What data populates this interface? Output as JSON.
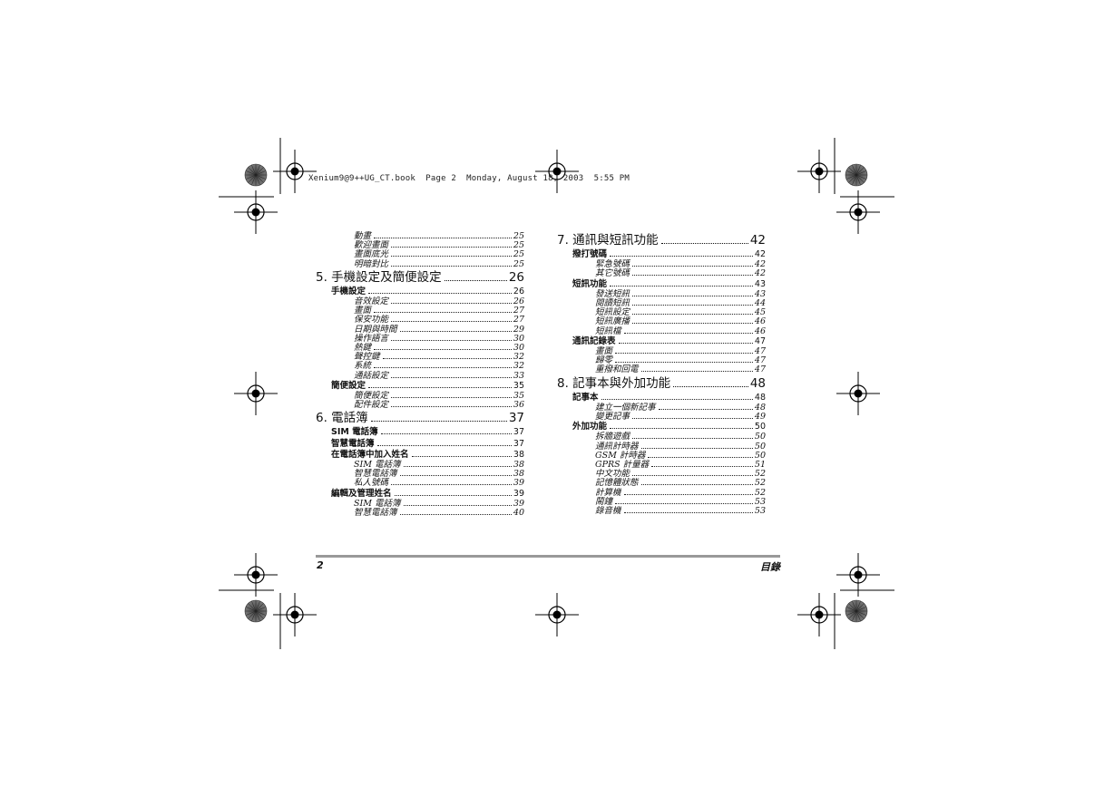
{
  "header": {
    "text": "Xenium9@9++UG_CT.book  Page 2  Monday, August 18, 2003  5:55 PM"
  },
  "toc": {
    "left": [
      {
        "level": 3,
        "title": "動畫",
        "page": "25"
      },
      {
        "level": 3,
        "title": "歡迎畫面",
        "page": "25"
      },
      {
        "level": 3,
        "title": "畫面底光",
        "page": "25"
      },
      {
        "level": 3,
        "title": "明暗對比",
        "page": "25"
      },
      {
        "level": 1,
        "title": "5. 手機設定及簡便設定",
        "page": "26"
      },
      {
        "level": 2,
        "title": "手機設定",
        "page": "26"
      },
      {
        "level": 3,
        "title": "音效設定",
        "page": "26"
      },
      {
        "level": 3,
        "title": "畫面",
        "page": "27"
      },
      {
        "level": 3,
        "title": "保安功能",
        "page": "27"
      },
      {
        "level": 3,
        "title": "日期與時間",
        "page": "29"
      },
      {
        "level": 3,
        "title": "操作語言",
        "page": "30"
      },
      {
        "level": 3,
        "title": "熱鍵",
        "page": "30"
      },
      {
        "level": 3,
        "title": "聲控鍵",
        "page": "32"
      },
      {
        "level": 3,
        "title": "系統",
        "page": "32"
      },
      {
        "level": 3,
        "title": "通話設定",
        "page": "33"
      },
      {
        "level": 2,
        "title": "簡便設定",
        "page": "35"
      },
      {
        "level": 3,
        "title": "簡便設定",
        "page": "35"
      },
      {
        "level": 3,
        "title": "配件設定",
        "page": "36"
      },
      {
        "level": 1,
        "title": "6. 電話簿",
        "page": "37"
      },
      {
        "level": 2,
        "title": "SIM 電話簿",
        "page": "37"
      },
      {
        "level": 2,
        "title": "智慧電話簿",
        "page": "37"
      },
      {
        "level": 2,
        "title": "在電話簿中加入姓名",
        "page": "38"
      },
      {
        "level": 3,
        "title": "SIM 電話簿",
        "page": "38"
      },
      {
        "level": 3,
        "title": "智慧電話簿",
        "page": "38"
      },
      {
        "level": 3,
        "title": "私人號碼",
        "page": "39"
      },
      {
        "level": 2,
        "title": "編輯及管理姓名",
        "page": "39"
      },
      {
        "level": 3,
        "title": "SIM 電話簿",
        "page": "39"
      },
      {
        "level": 3,
        "title": "智慧電話簿",
        "page": "40"
      }
    ],
    "right": [
      {
        "level": 1,
        "title": "7. 通訊與短訊功能",
        "page": "42"
      },
      {
        "level": 2,
        "title": "撥打號碼",
        "page": "42"
      },
      {
        "level": 3,
        "title": "緊急號碼",
        "page": "42"
      },
      {
        "level": 3,
        "title": "其它號碼",
        "page": "42"
      },
      {
        "level": 2,
        "title": "短訊功能",
        "page": "43"
      },
      {
        "level": 3,
        "title": "發送短訊",
        "page": "43"
      },
      {
        "level": 3,
        "title": "閱讀短訊",
        "page": "44"
      },
      {
        "level": 3,
        "title": "短訊設定",
        "page": "45"
      },
      {
        "level": 3,
        "title": "短訊廣播",
        "page": "46"
      },
      {
        "level": 3,
        "title": "短訊檔",
        "page": "46"
      },
      {
        "level": 2,
        "title": "通訊記錄表",
        "page": "47"
      },
      {
        "level": 3,
        "title": "畫面",
        "page": "47"
      },
      {
        "level": 3,
        "title": "歸零",
        "page": "47"
      },
      {
        "level": 3,
        "title": "重撥和回電",
        "page": "47"
      },
      {
        "level": 1,
        "title": "8. 記事本與外加功能",
        "page": "48"
      },
      {
        "level": 2,
        "title": "記事本",
        "page": "48"
      },
      {
        "level": 3,
        "title": "建立一個新記事",
        "page": "48"
      },
      {
        "level": 3,
        "title": "變更記事",
        "page": "49"
      },
      {
        "level": 2,
        "title": "外加功能",
        "page": "50"
      },
      {
        "level": 3,
        "title": "拆牆遊戲",
        "page": "50"
      },
      {
        "level": 3,
        "title": "通訊計時器",
        "page": "50"
      },
      {
        "level": 3,
        "title": "GSM 計時器",
        "page": "50"
      },
      {
        "level": 3,
        "title": "GPRS 計量器",
        "page": "51"
      },
      {
        "level": 3,
        "title": "中文功能",
        "page": "52"
      },
      {
        "level": 3,
        "title": "記憶體狀態",
        "page": "52"
      },
      {
        "level": 3,
        "title": "計算機",
        "page": "52"
      },
      {
        "level": 3,
        "title": "鬧鐘",
        "page": "53"
      },
      {
        "level": 3,
        "title": "錄音機",
        "page": "53"
      }
    ]
  },
  "footer": {
    "page_number": "2",
    "section": "目錄"
  }
}
